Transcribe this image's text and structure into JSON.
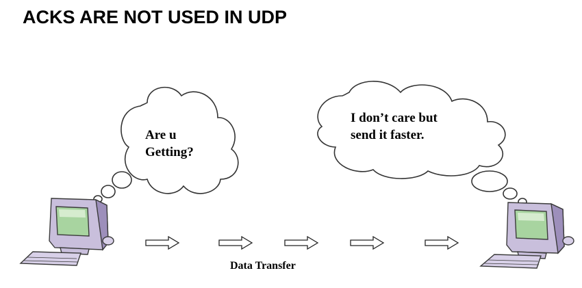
{
  "title": "ACKS ARE NOT USED IN UDP",
  "sender_thought": {
    "line1": "Are u",
    "line2": "Getting?"
  },
  "receiver_thought": {
    "line1": "I don’t care but",
    "line2": "send it faster."
  },
  "transfer_label": "Data Transfer",
  "arrows": [
    1,
    2,
    3,
    4,
    5
  ],
  "colors": {
    "monitor_body": "#c9bfdc",
    "monitor_shade": "#9d8fbb",
    "screen": "#a8d4a0",
    "outline": "#3a3a3a"
  }
}
